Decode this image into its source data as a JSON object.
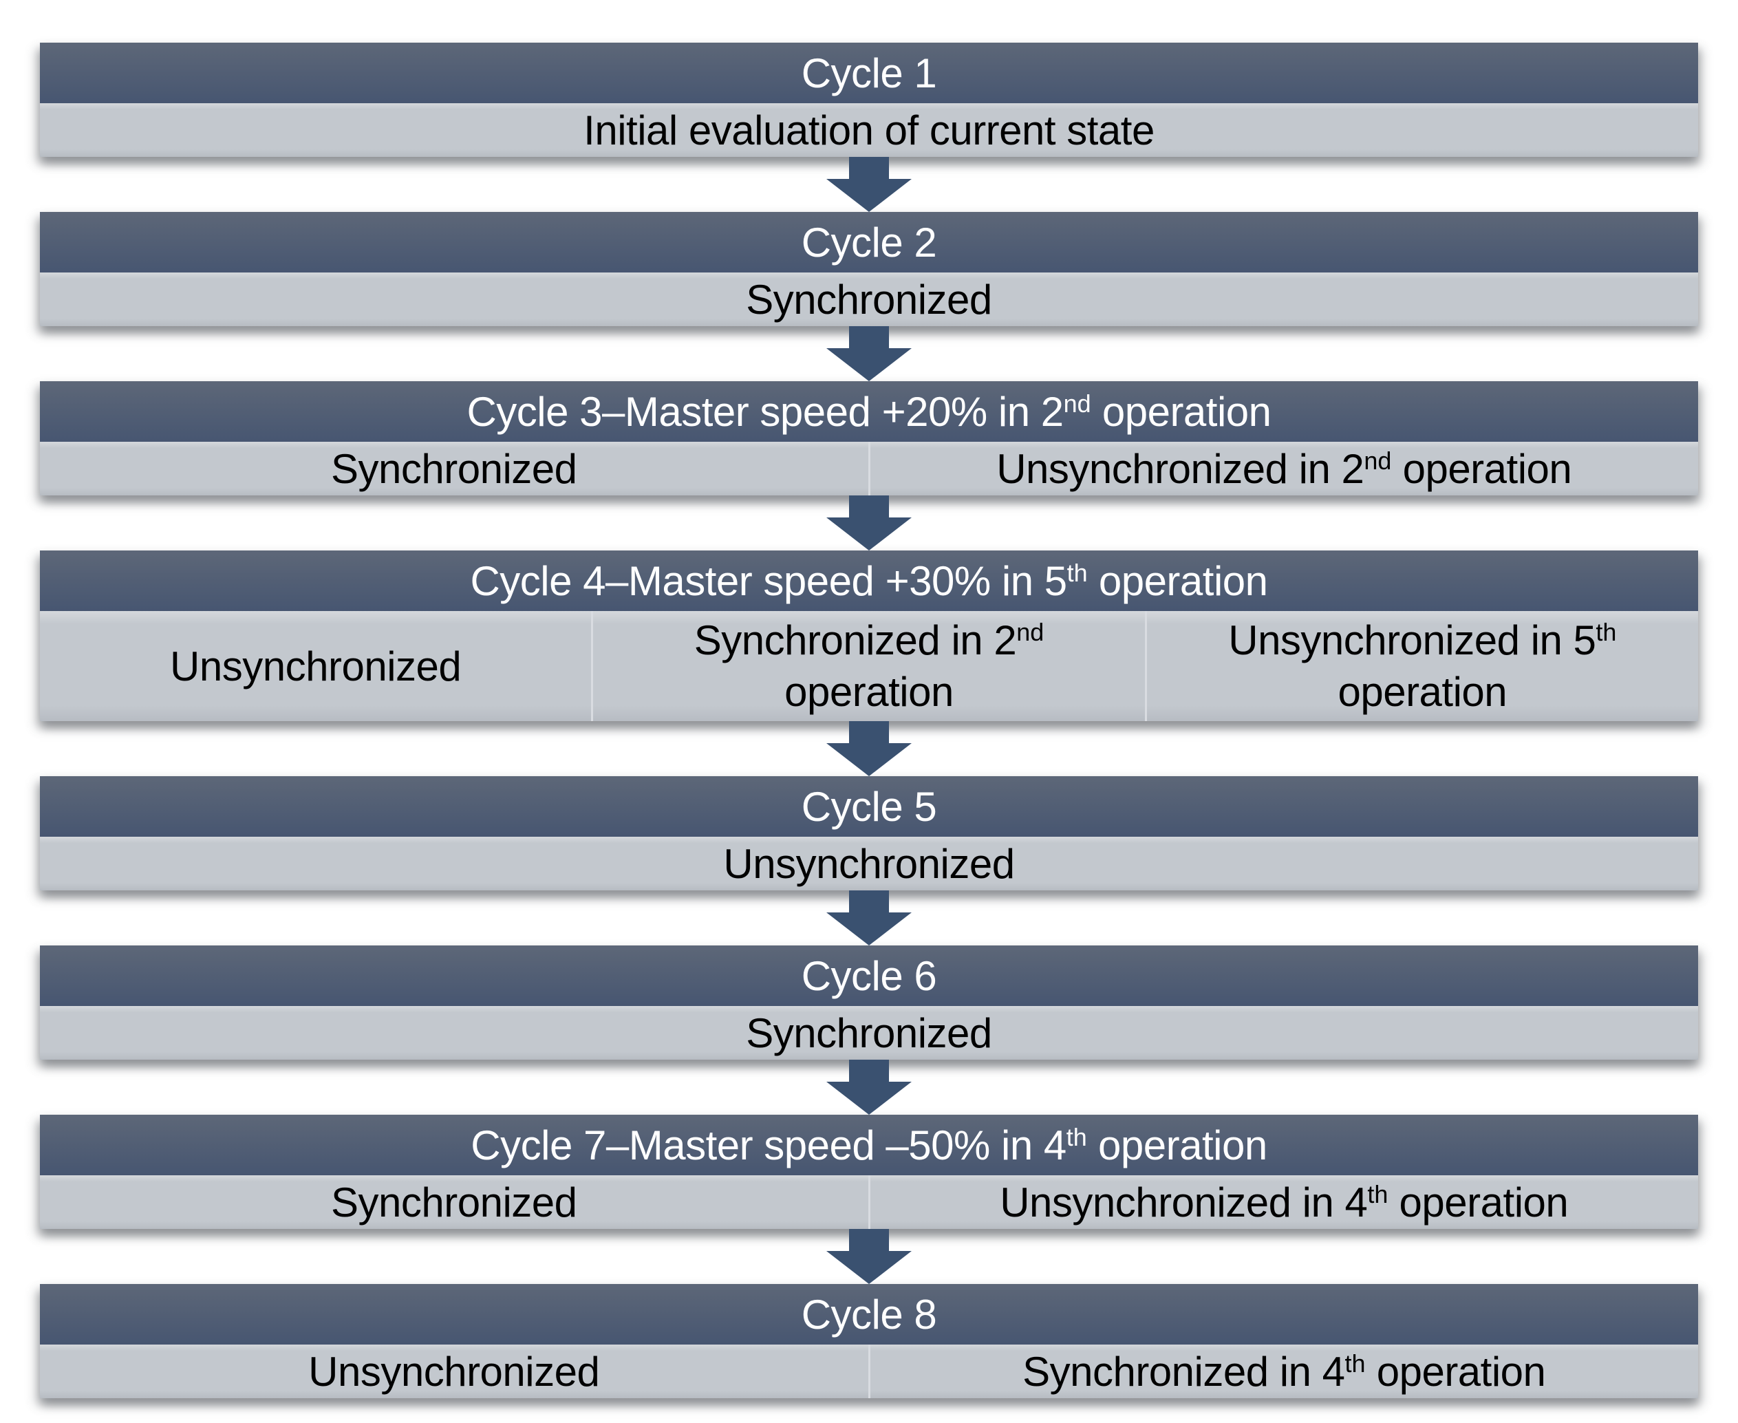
{
  "flowchart": {
    "colors": {
      "header_top": "#5D6778",
      "header_bottom": "#475671",
      "header_text": "#FFFFFF",
      "body_bg": "#C3C8CE",
      "body_text": "#000000",
      "arrow": "#3A5170",
      "cell_divider": "#D9DCE1",
      "page_bg": "#FFFFFF"
    },
    "arrow_icon": "down-arrow-icon",
    "boxes": [
      {
        "id": "cycle-1",
        "title_parts": [
          {
            "text": "Cycle 1"
          }
        ],
        "cells": [
          {
            "parts": [
              {
                "text": "Initial evaluation of current state"
              }
            ]
          }
        ]
      },
      {
        "id": "cycle-2",
        "title_parts": [
          {
            "text": "Cycle 2"
          }
        ],
        "cells": [
          {
            "parts": [
              {
                "text": "Synchronized"
              }
            ]
          }
        ]
      },
      {
        "id": "cycle-3",
        "title_parts": [
          {
            "text": "Cycle 3–Master speed +20% in 2"
          },
          {
            "text": "nd",
            "sup": true
          },
          {
            "text": " operation"
          }
        ],
        "cells": [
          {
            "parts": [
              {
                "text": "Synchronized"
              }
            ]
          },
          {
            "parts": [
              {
                "text": "Unsynchronized in 2"
              },
              {
                "text": "nd",
                "sup": true
              },
              {
                "text": " operation"
              }
            ]
          }
        ]
      },
      {
        "id": "cycle-4",
        "tall": true,
        "title_parts": [
          {
            "text": "Cycle 4–Master speed +30% in 5"
          },
          {
            "text": "th",
            "sup": true
          },
          {
            "text": " operation"
          }
        ],
        "cells": [
          {
            "parts": [
              {
                "text": "Unsynchronized"
              }
            ]
          },
          {
            "parts": [
              {
                "text": "Synchronized in 2"
              },
              {
                "text": "nd",
                "sup": true
              },
              {
                "break": true
              },
              {
                "text": "operation"
              }
            ]
          },
          {
            "parts": [
              {
                "text": "Unsynchronized in 5"
              },
              {
                "text": "th",
                "sup": true
              },
              {
                "break": true
              },
              {
                "text": "operation"
              }
            ]
          }
        ]
      },
      {
        "id": "cycle-5",
        "title_parts": [
          {
            "text": "Cycle 5"
          }
        ],
        "cells": [
          {
            "parts": [
              {
                "text": "Unsynchronized"
              }
            ]
          }
        ]
      },
      {
        "id": "cycle-6",
        "title_parts": [
          {
            "text": "Cycle 6"
          }
        ],
        "cells": [
          {
            "parts": [
              {
                "text": "Synchronized"
              }
            ]
          }
        ]
      },
      {
        "id": "cycle-7",
        "title_parts": [
          {
            "text": "Cycle 7–Master speed –50% in 4"
          },
          {
            "text": "th",
            "sup": true
          },
          {
            "text": " operation"
          }
        ],
        "cells": [
          {
            "parts": [
              {
                "text": "Synchronized"
              }
            ]
          },
          {
            "parts": [
              {
                "text": "Unsynchronized in 4"
              },
              {
                "text": "th",
                "sup": true
              },
              {
                "text": " operation"
              }
            ]
          }
        ]
      },
      {
        "id": "cycle-8",
        "title_parts": [
          {
            "text": "Cycle 8"
          }
        ],
        "cells": [
          {
            "parts": [
              {
                "text": "Unsynchronized"
              }
            ]
          },
          {
            "parts": [
              {
                "text": "Synchronized in 4"
              },
              {
                "text": "th",
                "sup": true
              },
              {
                "text": " operation"
              }
            ]
          }
        ]
      }
    ]
  }
}
